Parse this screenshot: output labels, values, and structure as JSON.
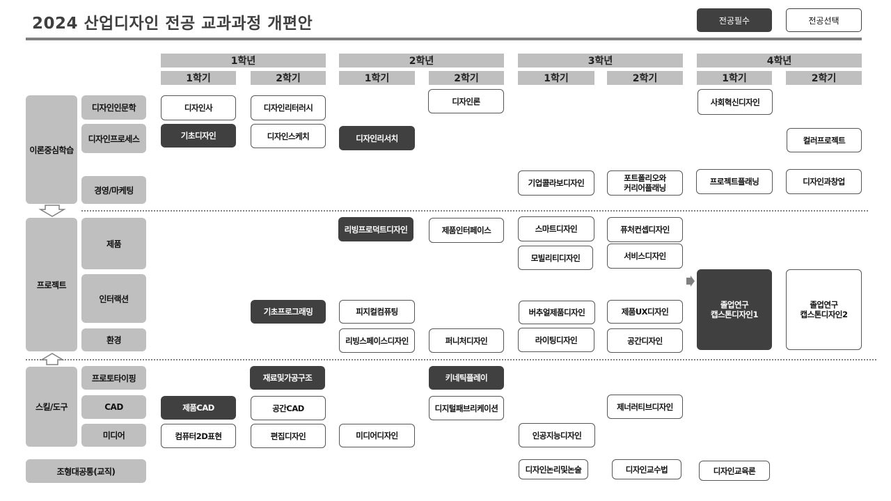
{
  "title": "2024 산업디자인 전공 교과과정 개편안",
  "legend": {
    "required": "전공필수",
    "elective": "전공선택"
  },
  "years": [
    "1학년",
    "2학년",
    "3학년",
    "4학년"
  ],
  "semesters": [
    "1학기",
    "2학기",
    "1학기",
    "2학기",
    "1학기",
    "2학기",
    "1학기",
    "2학기"
  ],
  "groups": [
    "이론중심학습",
    "프로젝트",
    "스킬/도구",
    "조형대공통(교직)"
  ],
  "subcategories": [
    "디자인인문학",
    "디자인프로세스",
    "경영/마케팅",
    "제품",
    "인터랙션",
    "환경",
    "프로토타이핑",
    "CAD",
    "미디어"
  ],
  "colors": {
    "required": "#404040",
    "header": "#bfbfbf"
  },
  "courses": [
    {
      "name": "디자인사",
      "type": "elective"
    },
    {
      "name": "디자인리터러시",
      "type": "elective"
    },
    {
      "name": "디자인론",
      "type": "elective"
    },
    {
      "name": "사회혁신디자인",
      "type": "elective"
    },
    {
      "name": "기초디자인",
      "type": "required"
    },
    {
      "name": "디자인스케치",
      "type": "elective"
    },
    {
      "name": "디자인리서치",
      "type": "required"
    },
    {
      "name": "컬러프로젝트",
      "type": "elective"
    },
    {
      "name": "기업콜라보디자인",
      "type": "elective"
    },
    {
      "name": "포트폴리오와\n커리어플래닝",
      "type": "elective"
    },
    {
      "name": "프로젝트플래닝",
      "type": "elective"
    },
    {
      "name": "디자인과창업",
      "type": "elective"
    },
    {
      "name": "리빙프로덕트디자인",
      "type": "required"
    },
    {
      "name": "제품인터페이스",
      "type": "elective"
    },
    {
      "name": "스마트디자인",
      "type": "elective"
    },
    {
      "name": "퓨처컨셉디자인",
      "type": "elective"
    },
    {
      "name": "모빌리티디자인",
      "type": "elective"
    },
    {
      "name": "서비스디자인",
      "type": "elective"
    },
    {
      "name": "졸업연구\n캡스톤디자인1",
      "type": "required"
    },
    {
      "name": "졸업연구\n캡스톤디자인2",
      "type": "elective"
    },
    {
      "name": "기초프로그래밍",
      "type": "required"
    },
    {
      "name": "피지컬컴퓨팅",
      "type": "elective"
    },
    {
      "name": "버추얼제품디자인",
      "type": "elective"
    },
    {
      "name": "제품UX디자인",
      "type": "elective"
    },
    {
      "name": "리빙스페이스디자인",
      "type": "elective"
    },
    {
      "name": "퍼니처디자인",
      "type": "elective"
    },
    {
      "name": "라이팅디자인",
      "type": "elective"
    },
    {
      "name": "공간디자인",
      "type": "elective"
    },
    {
      "name": "재료및가공구조",
      "type": "required"
    },
    {
      "name": "키네틱플레이",
      "type": "required"
    },
    {
      "name": "제품CAD",
      "type": "required"
    },
    {
      "name": "공간CAD",
      "type": "elective"
    },
    {
      "name": "디지털패브리케이션",
      "type": "elective"
    },
    {
      "name": "제너러티브디자인",
      "type": "elective"
    },
    {
      "name": "컴퓨터2D표현",
      "type": "elective"
    },
    {
      "name": "편집디자인",
      "type": "elective"
    },
    {
      "name": "미디어디자인",
      "type": "elective"
    },
    {
      "name": "인공지능디자인",
      "type": "elective"
    },
    {
      "name": "디자인논리및논술",
      "type": "elective"
    },
    {
      "name": "디자인교수법",
      "type": "elective"
    },
    {
      "name": "디자인교육론",
      "type": "elective"
    }
  ]
}
